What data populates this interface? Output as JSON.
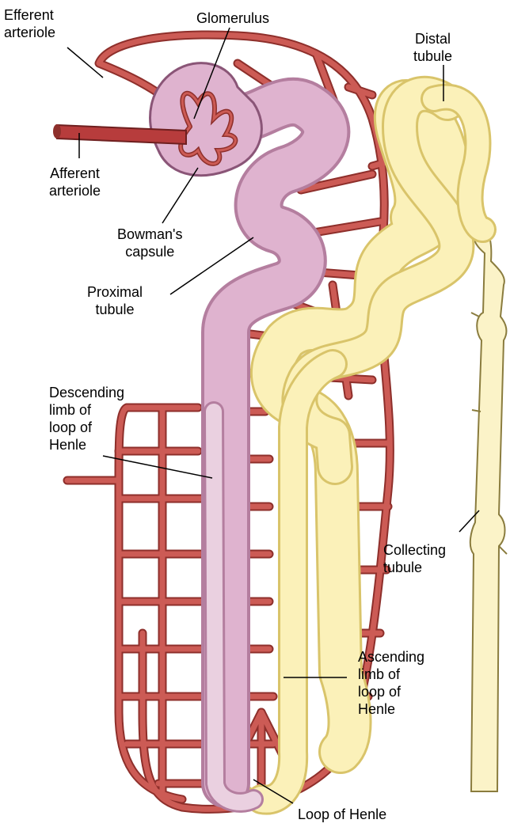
{
  "labels": {
    "efferent": [
      "Efferent",
      "arteriole"
    ],
    "glomerulus": [
      "Glomerulus"
    ],
    "distal": [
      "Distal",
      "tubule"
    ],
    "afferent": [
      "Afferent",
      "arteriole"
    ],
    "bowman": [
      "Bowman's",
      "capsule"
    ],
    "proximal": [
      "Proximal",
      "tubule"
    ],
    "descending": [
      "Descending",
      "limb of",
      "loop of",
      "Henle"
    ],
    "collecting": [
      "Collecting",
      "tubule"
    ],
    "ascending": [
      "Ascending",
      "limb of",
      "loop of",
      "Henle"
    ],
    "loop": [
      "Loop of Henle"
    ]
  },
  "colors": {
    "vessel": "#cc5b55",
    "vessel_dark": "#8e2f2b",
    "afferent": "#b73c3c",
    "proximal": "#dfb3cf",
    "proximal_dark": "#b47e9f",
    "distal": "#fbf1b9",
    "distal_dark": "#d9c46a",
    "collecting": "#fbf3c8",
    "leader": "#000000"
  }
}
